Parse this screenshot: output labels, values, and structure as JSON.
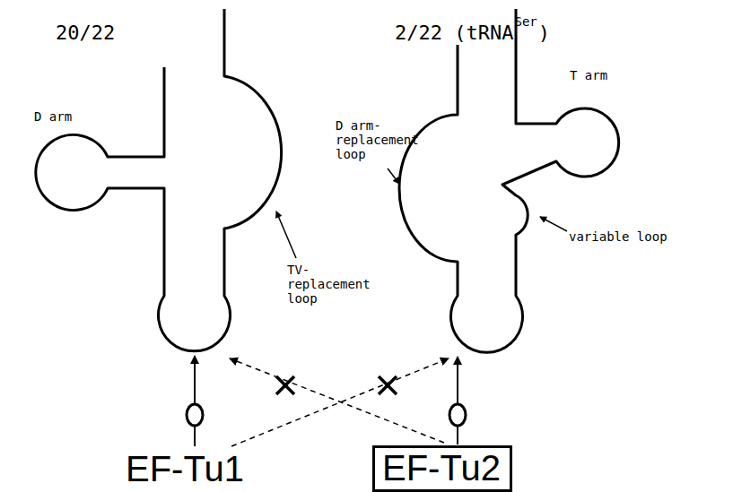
{
  "diagram": {
    "nodes": [
      {
        "text": [
          "EF-Tu2"
        ]
      }
    ],
    "labels": [
      "20/22",
      "2/22 (tRNA",
      "Ser",
      ")",
      "D arm",
      "TV- replacement loop",
      "D arm- replacement loop",
      "T arm",
      "variable loop",
      "EF-Tu1"
    ]
  }
}
